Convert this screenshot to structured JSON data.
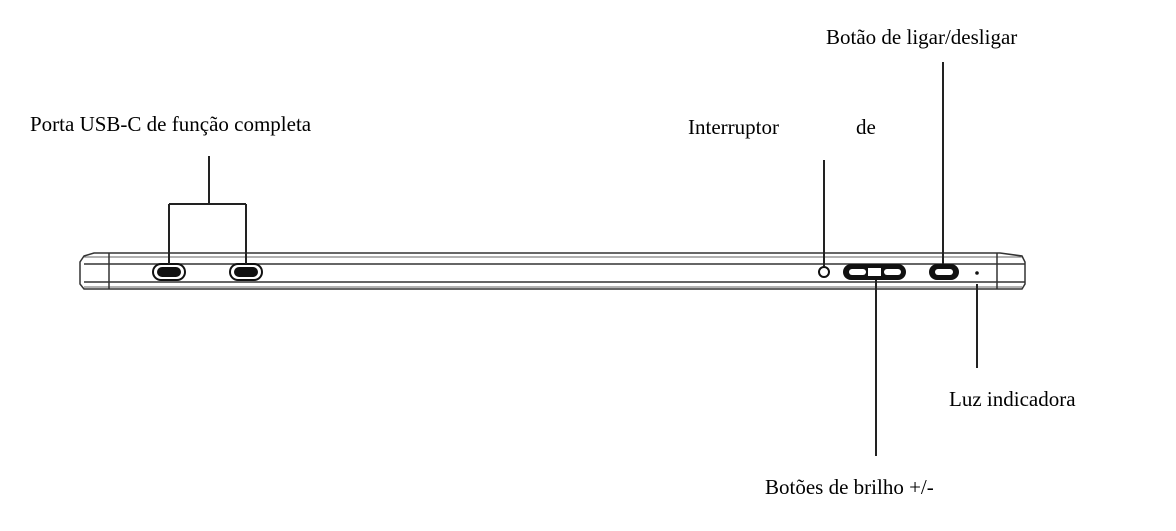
{
  "labels": {
    "usb_c": "Porta USB-C de função completa",
    "switch_part1": "Interruptor",
    "switch_part2": "de",
    "power": "Botão de ligar/desligar",
    "brightness": "Botões de brilho +/-",
    "indicator": "Luz indicadora"
  }
}
